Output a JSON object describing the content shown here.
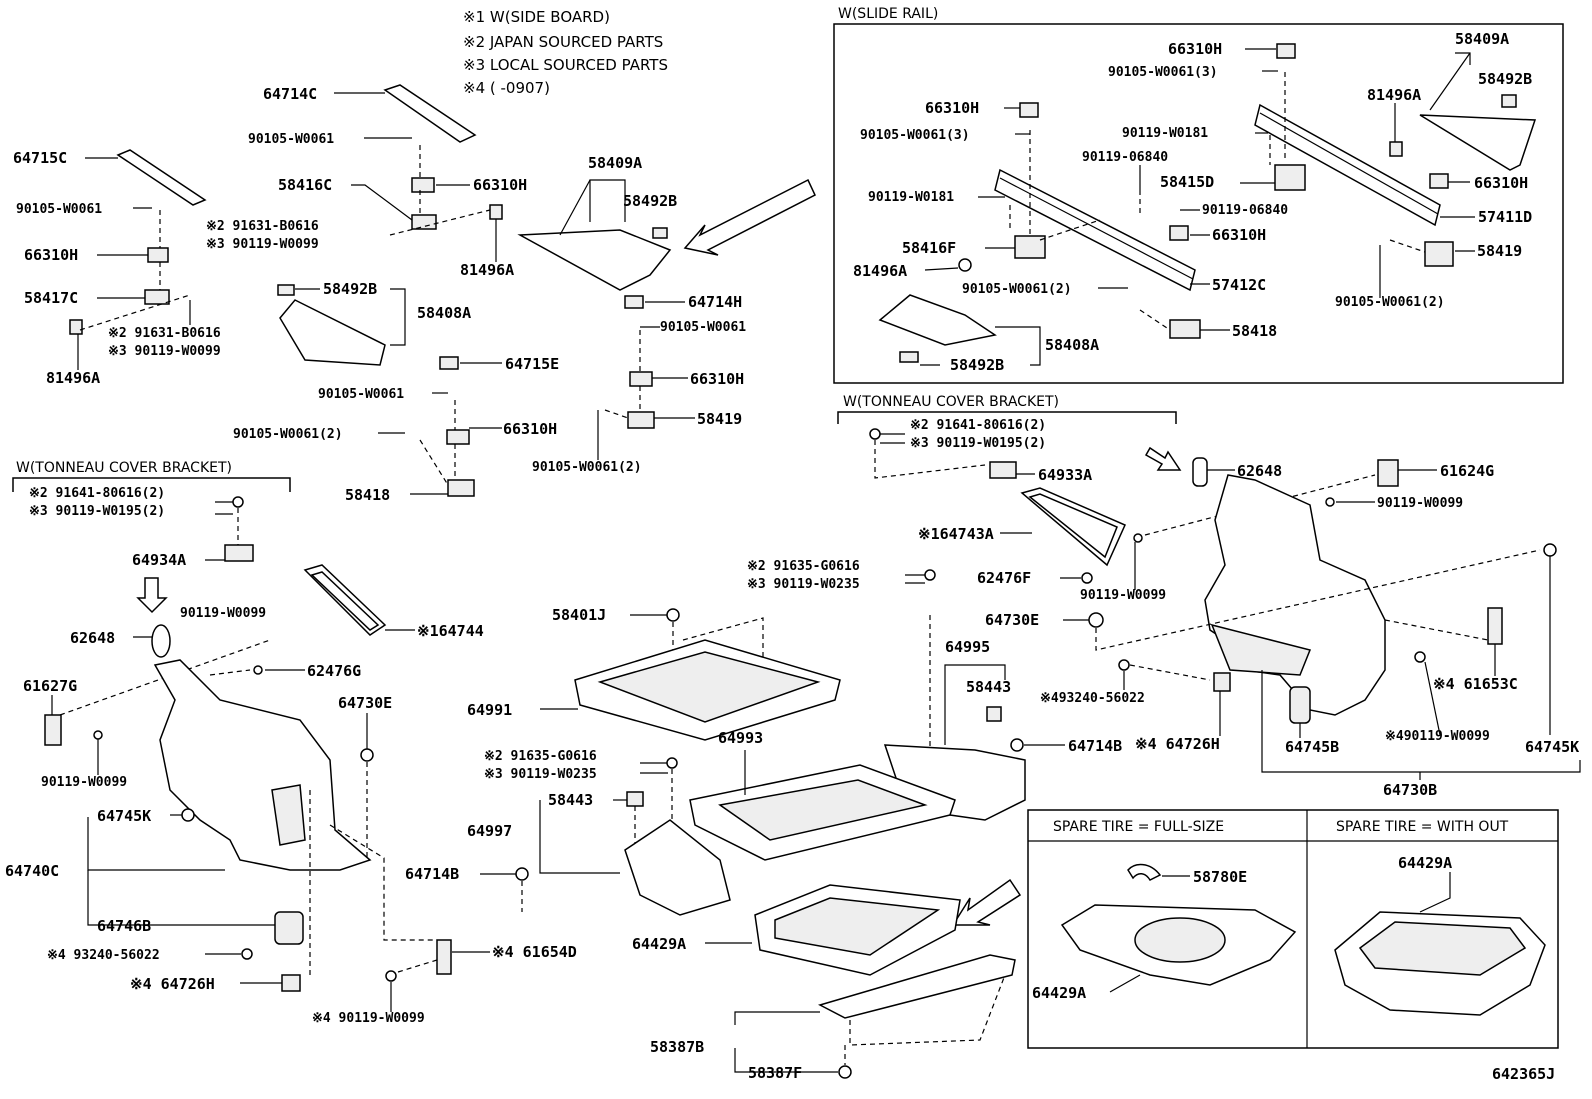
{
  "notes": [
    "※1  W(SIDE BOARD)",
    "※2 JAPAN SOURCED PARTS",
    "※3 LOCAL SOURCED PARTS",
    "※4  (    -0907)"
  ],
  "slide_rail": {
    "title": "W(SLIDE RAIL)",
    "labels": [
      "66310H",
      "90105-W0061(3)",
      "58409A",
      "58492B",
      "81496A",
      "66310H",
      "90105-W0061(3)",
      "90119-W0181",
      "90119-06840",
      "58415D",
      "66310H",
      "90119-06840",
      "57411D",
      "90119-W0181",
      "66310H",
      "58419",
      "58416F",
      "81496A",
      "90105-W0061(2)",
      "57412C",
      "90105-W0061(2)",
      "58408A",
      "58418",
      "58492B"
    ]
  },
  "upper_left": {
    "labels": [
      "64714C",
      "90105-W0061",
      "64715C",
      "58416C",
      "66310H",
      "90105-W0061",
      "※2 91631-B0616",
      "※3 90119-W0099",
      "66310H",
      "81496A",
      "58417C",
      "※2 91631-B0616",
      "※3 90119-W0099",
      "81496A",
      "58492B",
      "58408A",
      "58409A",
      "58492B",
      "64714H",
      "90105-W0061",
      "64715E",
      "66310H",
      "90105-W0061",
      "90105-W0061(2)",
      "66310H",
      "58419",
      "58418",
      "90105-W0061(2)"
    ]
  },
  "tonneau_left": {
    "title": "W(TONNEAU COVER BRACKET)",
    "labels": [
      "※2 91641-80616(2)",
      "※3 90119-W0195(2)",
      "64934A",
      "90119-W0099",
      "※164744",
      "62648",
      "62476G",
      "61627G",
      "64730E",
      "90119-W0099",
      "64745K",
      "64740C",
      "64746B",
      "※4 93240-56022",
      "※4 64726H",
      "※4 61654D",
      "※4 90119-W0099"
    ]
  },
  "tonneau_right": {
    "title": "W(TONNEAU COVER BRACKET)",
    "labels": [
      "※2 91641-80616(2)",
      "※3 90119-W0195(2)",
      "64933A",
      "62648",
      "61624G",
      "90119-W0099",
      "※164743A",
      "62476F",
      "90119-W0099",
      "64730E",
      "※4 61653C",
      "※493240-56022",
      "※4 64726H",
      "64745B",
      "※490119-W0099",
      "64745K",
      "64730B"
    ]
  },
  "center": {
    "labels": [
      "※2 91635-G0616",
      "※3 90119-W0235",
      "58401J",
      "64991",
      "64995",
      "58443",
      "64714B",
      "64993",
      "※2 91635-G0616",
      "※3 90119-W0235",
      "58443",
      "64997",
      "64714B",
      "64429A",
      "58387B",
      "58387F"
    ]
  },
  "spare_full": {
    "title": "SPARE TIRE = FULL-SIZE",
    "labels": [
      "58780E",
      "64429A"
    ]
  },
  "spare_without": {
    "title": "SPARE TIRE = WITH OUT",
    "labels": [
      "64429A"
    ]
  },
  "figure_id": "642365J"
}
